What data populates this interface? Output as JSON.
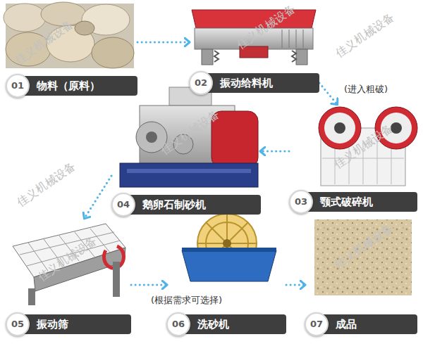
{
  "diagram": {
    "nodes": [
      {
        "text": [
          "01",
          "物料（原料）"
        ]
      },
      {
        "text": [
          "02",
          "振动给料机"
        ]
      },
      {
        "text": [
          "03",
          "颚式破碎机"
        ]
      },
      {
        "text": [
          "04",
          "鹅卵石制砂机"
        ]
      },
      {
        "text": [
          "05",
          "振动筛"
        ]
      },
      {
        "text": [
          "06",
          "洗砂机"
        ]
      },
      {
        "text": [
          "07",
          "成品"
        ]
      }
    ],
    "edges": [
      {
        "from": 0,
        "to": 1,
        "arrow": "to"
      },
      {
        "from": 1,
        "to": 2,
        "arrow": "to",
        "label": "(进入粗破)"
      },
      {
        "from": 2,
        "to": 3,
        "arrow": "to"
      },
      {
        "from": 3,
        "to": 4,
        "arrow": "to"
      },
      {
        "from": 4,
        "to": 5,
        "arrow": "to",
        "label": "(根据需求可选择)"
      },
      {
        "from": 5,
        "to": 6,
        "arrow": "to"
      }
    ],
    "labels": [
      "佳义机械设备",
      "佳义机械设备",
      "佳义机械设备",
      "佳义机械设备",
      "佳义机械设备",
      "佳义机械设备",
      "佳义机械设备",
      "佳义机械设备"
    ]
  }
}
